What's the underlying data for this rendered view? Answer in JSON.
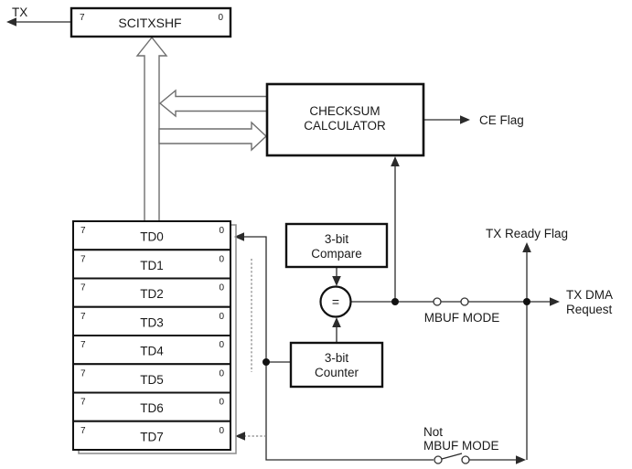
{
  "diagram": {
    "tx_label": "TX",
    "scitxshf": {
      "bit_high": "7",
      "bit_low": "0",
      "label": "SCITXSHF"
    },
    "checksum": {
      "line1": "CHECKSUM",
      "line2": "CALCULATOR"
    },
    "ce_flag_label": "CE Flag",
    "compare": {
      "line1": "3-bit",
      "line2": "Compare"
    },
    "counter": {
      "line1": "3-bit",
      "line2": "Counter"
    },
    "equals_symbol": "=",
    "td_registers": [
      {
        "high": "7",
        "label": "TD0",
        "low": "0"
      },
      {
        "high": "7",
        "label": "TD1",
        "low": "0"
      },
      {
        "high": "7",
        "label": "TD2",
        "low": "0"
      },
      {
        "high": "7",
        "label": "TD3",
        "low": "0"
      },
      {
        "high": "7",
        "label": "TD4",
        "low": "0"
      },
      {
        "high": "7",
        "label": "TD5",
        "low": "0"
      },
      {
        "high": "7",
        "label": "TD6",
        "low": "0"
      },
      {
        "high": "7",
        "label": "TD7",
        "low": "0"
      }
    ],
    "mbuf_mode_label": "MBUF MODE",
    "not_mbuf": {
      "line1": "Not",
      "line2": "MBUF MODE"
    },
    "tx_ready_flag_label": "TX Ready Flag",
    "tx_dma": {
      "line1": "TX DMA",
      "line2": "Request"
    },
    "colors": {
      "line": "#2b2b2b",
      "box_border": "#111111",
      "hollow_arrow": "#6e6e6e",
      "dotted": "#808080"
    }
  }
}
